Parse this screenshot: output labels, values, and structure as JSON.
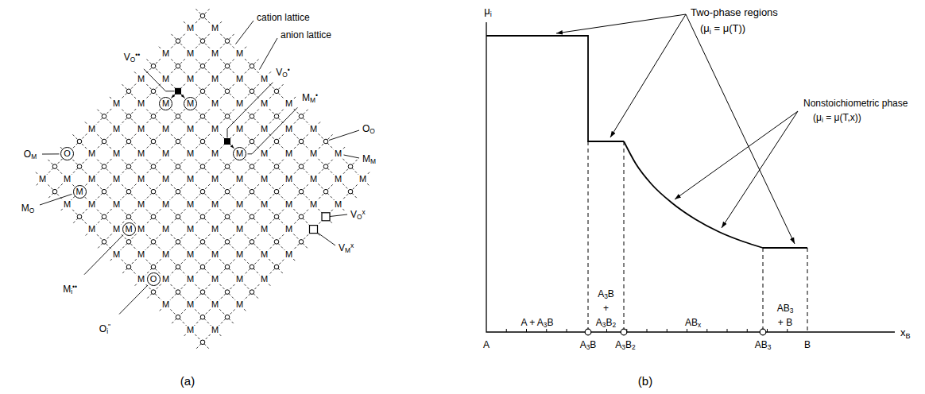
{
  "diagram": {
    "nodes": [
      {
        "text": [
          "M"
        ]
      },
      {
        "text": [
          "M"
        ]
      },
      {
        "text": [
          "O"
        ]
      },
      {
        "text": [
          "M"
        ]
      },
      {
        "text": [
          "M"
        ]
      },
      {
        "text": [
          "M"
        ]
      },
      {
        "text": [
          "O"
        ]
      }
    ],
    "labels": [
      "VO••",
      "VO•",
      "MM•",
      "cation lattice",
      "anion lattice",
      "OO",
      "OM",
      "MM",
      "MO",
      "VOx",
      "Mi••",
      "VMx",
      "Oi''",
      "(a)",
      "μi",
      "xB",
      "A",
      "A3B",
      "A3B2",
      "AB3",
      "B",
      "A + A3B",
      "A3B",
      "+",
      "A3B2",
      "ABx",
      "AB3",
      "+ B",
      "Two-phase regions",
      "(μi = μ(T))",
      "Nonstoichiometric phase",
      "(μi = μ(T,x))",
      "(b)",
      "M",
      "M",
      "M",
      "M",
      "M",
      "M",
      "M",
      "M",
      "M",
      "M",
      "M",
      "M",
      "M",
      "M",
      "M",
      "M",
      "M",
      "M",
      "M",
      "M",
      "M",
      "M",
      "M",
      "M",
      "M",
      "M",
      "M",
      "M",
      "M",
      "M",
      "M",
      "M",
      "M",
      "M",
      "M",
      "M",
      "M",
      "M",
      "M",
      "M",
      "M",
      "M",
      "M",
      "M",
      "M",
      "M",
      "M",
      "M",
      "M",
      "M",
      "M",
      "M",
      "M",
      "M",
      "M",
      "M",
      "M",
      "M",
      "M",
      "M",
      "M",
      "M",
      "M",
      "M",
      "M",
      "M",
      "M",
      "M",
      "M",
      "M",
      "M",
      "M",
      "M",
      "M",
      "M",
      "M",
      "M",
      "M",
      "M",
      "M",
      "M",
      "M",
      "M",
      "M",
      "M",
      "M",
      "M",
      "M",
      "M",
      "M",
      "M",
      "M",
      "M"
    ]
  }
}
